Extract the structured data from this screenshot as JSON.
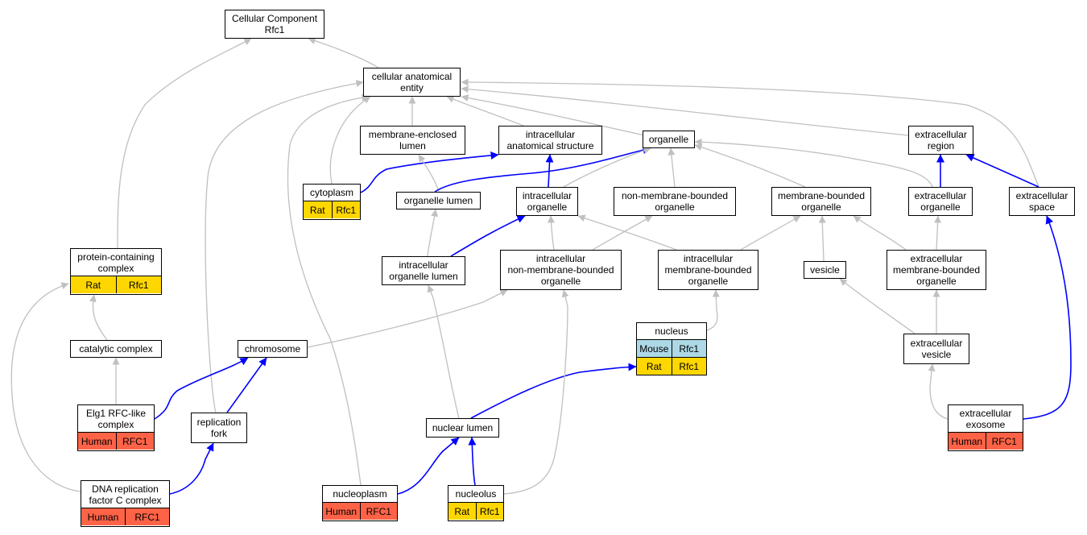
{
  "colors": {
    "edge_is_a": "#c0c0c0",
    "edge_part_of": "#0000ff",
    "Rat": "#ffd700",
    "Human": "#ff6347",
    "Mouse": "#add8e6"
  },
  "nodes": {
    "cc": {
      "label": "Cellular Component\nRfc1"
    },
    "cae": {
      "label": "cellular anatomical\nentity"
    },
    "mel": {
      "label": "membrane-enclosed\nlumen"
    },
    "ias": {
      "label": "intracellular\nanatomical structure"
    },
    "org": {
      "label": "organelle"
    },
    "exr": {
      "label": "extracellular\nregion"
    },
    "cyt": {
      "label": "cytoplasm",
      "annotations": [
        {
          "species": "Rat",
          "gene": "Rfc1"
        }
      ]
    },
    "olu": {
      "label": "organelle lumen"
    },
    "io": {
      "label": "intracellular\norganelle"
    },
    "nmbo": {
      "label": "non-membrane-bounded\norganelle"
    },
    "mbo": {
      "label": "membrane-bounded\norganelle"
    },
    "exo": {
      "label": "extracellular\norganelle"
    },
    "exs": {
      "label": "extracellular\nspace"
    },
    "pcc": {
      "label": "protein-containing\ncomplex",
      "annotations": [
        {
          "species": "Rat",
          "gene": "Rfc1"
        }
      ]
    },
    "iol": {
      "label": "intracellular\norganelle lumen"
    },
    "inmbo": {
      "label": "intracellular\nnon-membrane-bounded\norganelle"
    },
    "imbo": {
      "label": "intracellular\nmembrane-bounded\norganelle"
    },
    "ves": {
      "label": "vesicle"
    },
    "embo": {
      "label": "extracellular\nmembrane-bounded\norganelle"
    },
    "cat": {
      "label": "catalytic complex"
    },
    "chr": {
      "label": "chromosome"
    },
    "nuc": {
      "label": "nucleus",
      "annotations": [
        {
          "species": "Mouse",
          "gene": "Rfc1"
        },
        {
          "species": "Rat",
          "gene": "Rfc1"
        }
      ]
    },
    "exv": {
      "label": "extracellular\nvesicle"
    },
    "elg": {
      "label": "Elg1 RFC-like\ncomplex",
      "annotations": [
        {
          "species": "Human",
          "gene": "RFC1"
        }
      ]
    },
    "rep": {
      "label": "replication\nfork"
    },
    "nlu": {
      "label": "nuclear lumen"
    },
    "exe": {
      "label": "extracellular\nexosome",
      "annotations": [
        {
          "species": "Human",
          "gene": "RFC1"
        }
      ]
    },
    "drf": {
      "label": "DNA replication\nfactor C complex",
      "annotations": [
        {
          "species": "Human",
          "gene": "RFC1"
        }
      ]
    },
    "npl": {
      "label": "nucleoplasm",
      "annotations": [
        {
          "species": "Human",
          "gene": "RFC1"
        }
      ]
    },
    "nlo": {
      "label": "nucleolus",
      "annotations": [
        {
          "species": "Rat",
          "gene": "Rfc1"
        }
      ]
    }
  },
  "edges": [
    {
      "from": "cae",
      "to": "cc",
      "type": "is_a"
    },
    {
      "from": "pcc",
      "to": "cc",
      "type": "is_a"
    },
    {
      "from": "mel",
      "to": "cae",
      "type": "is_a"
    },
    {
      "from": "ias",
      "to": "cae",
      "type": "is_a"
    },
    {
      "from": "org",
      "to": "cae",
      "type": "is_a"
    },
    {
      "from": "exr",
      "to": "cae",
      "type": "is_a"
    },
    {
      "from": "exs",
      "to": "cae",
      "type": "is_a"
    },
    {
      "from": "cyt",
      "to": "cae",
      "type": "is_a"
    },
    {
      "from": "rep",
      "to": "cae",
      "type": "is_a"
    },
    {
      "from": "npl",
      "to": "cae",
      "type": "is_a"
    },
    {
      "from": "cyt",
      "to": "ias",
      "type": "part_of"
    },
    {
      "from": "olu",
      "to": "mel",
      "type": "is_a"
    },
    {
      "from": "olu",
      "to": "org",
      "type": "part_of"
    },
    {
      "from": "io",
      "to": "ias",
      "type": "part_of"
    },
    {
      "from": "io",
      "to": "org",
      "type": "is_a"
    },
    {
      "from": "nmbo",
      "to": "org",
      "type": "is_a"
    },
    {
      "from": "mbo",
      "to": "org",
      "type": "is_a"
    },
    {
      "from": "exo",
      "to": "org",
      "type": "is_a"
    },
    {
      "from": "exo",
      "to": "exr",
      "type": "part_of"
    },
    {
      "from": "exs",
      "to": "exr",
      "type": "part_of"
    },
    {
      "from": "iol",
      "to": "olu",
      "type": "is_a"
    },
    {
      "from": "iol",
      "to": "io",
      "type": "part_of"
    },
    {
      "from": "inmbo",
      "to": "io",
      "type": "is_a"
    },
    {
      "from": "inmbo",
      "to": "nmbo",
      "type": "is_a"
    },
    {
      "from": "imbo",
      "to": "io",
      "type": "is_a"
    },
    {
      "from": "imbo",
      "to": "mbo",
      "type": "is_a"
    },
    {
      "from": "ves",
      "to": "mbo",
      "type": "is_a"
    },
    {
      "from": "embo",
      "to": "mbo",
      "type": "is_a"
    },
    {
      "from": "embo",
      "to": "exo",
      "type": "is_a"
    },
    {
      "from": "cat",
      "to": "pcc",
      "type": "is_a"
    },
    {
      "from": "chr",
      "to": "inmbo",
      "type": "is_a"
    },
    {
      "from": "nuc",
      "to": "imbo",
      "type": "is_a"
    },
    {
      "from": "exv",
      "to": "ves",
      "type": "is_a"
    },
    {
      "from": "exv",
      "to": "embo",
      "type": "is_a"
    },
    {
      "from": "elg",
      "to": "cat",
      "type": "is_a"
    },
    {
      "from": "elg",
      "to": "chr",
      "type": "part_of"
    },
    {
      "from": "rep",
      "to": "chr",
      "type": "part_of"
    },
    {
      "from": "nlu",
      "to": "iol",
      "type": "is_a"
    },
    {
      "from": "nlu",
      "to": "nuc",
      "type": "part_of"
    },
    {
      "from": "exe",
      "to": "exv",
      "type": "is_a"
    },
    {
      "from": "exe",
      "to": "exs",
      "type": "part_of"
    },
    {
      "from": "drf",
      "to": "pcc",
      "type": "is_a"
    },
    {
      "from": "drf",
      "to": "rep",
      "type": "part_of"
    },
    {
      "from": "npl",
      "to": "nlu",
      "type": "part_of"
    },
    {
      "from": "nlo",
      "to": "nlu",
      "type": "part_of"
    },
    {
      "from": "nlo",
      "to": "inmbo",
      "type": "is_a"
    }
  ]
}
